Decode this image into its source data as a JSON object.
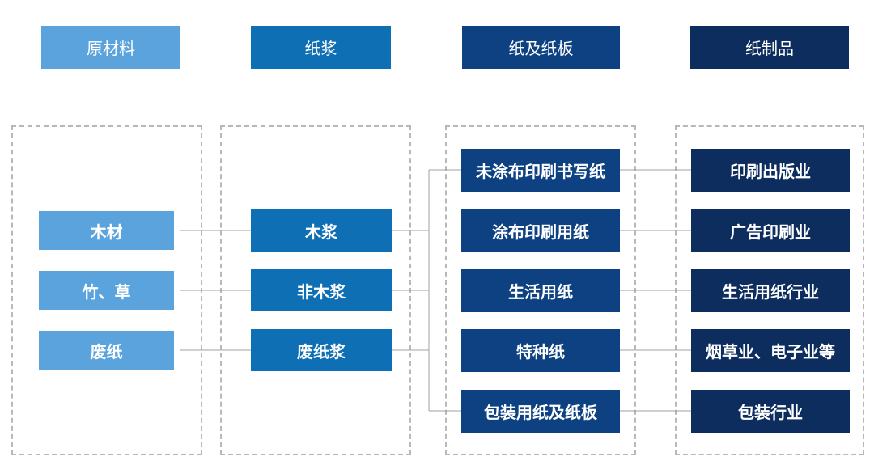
{
  "colors": {
    "raw": "#5ba3dc",
    "pulp": "#0e6fb5",
    "paper": "#0d4182",
    "product": "#0d2d5e",
    "connector": "#a0a0a0",
    "frame": "#b8b8b8"
  },
  "headers": {
    "raw_materials": "原材料",
    "pulp": "纸浆",
    "paper_board": "纸及纸板",
    "paper_products": "纸制品"
  },
  "raw_materials": [
    "木材",
    "竹、草",
    "废纸"
  ],
  "pulp": [
    "木浆",
    "非木浆",
    "废纸浆"
  ],
  "paper": [
    "未涂布印刷书写纸",
    "涂布印刷用纸",
    "生活用纸",
    "特种纸",
    "包装用纸及纸板"
  ],
  "products": [
    "印刷出版业",
    "广告印刷业",
    "生活用纸行业",
    "烟草业、电子业等",
    "包装行业"
  ]
}
